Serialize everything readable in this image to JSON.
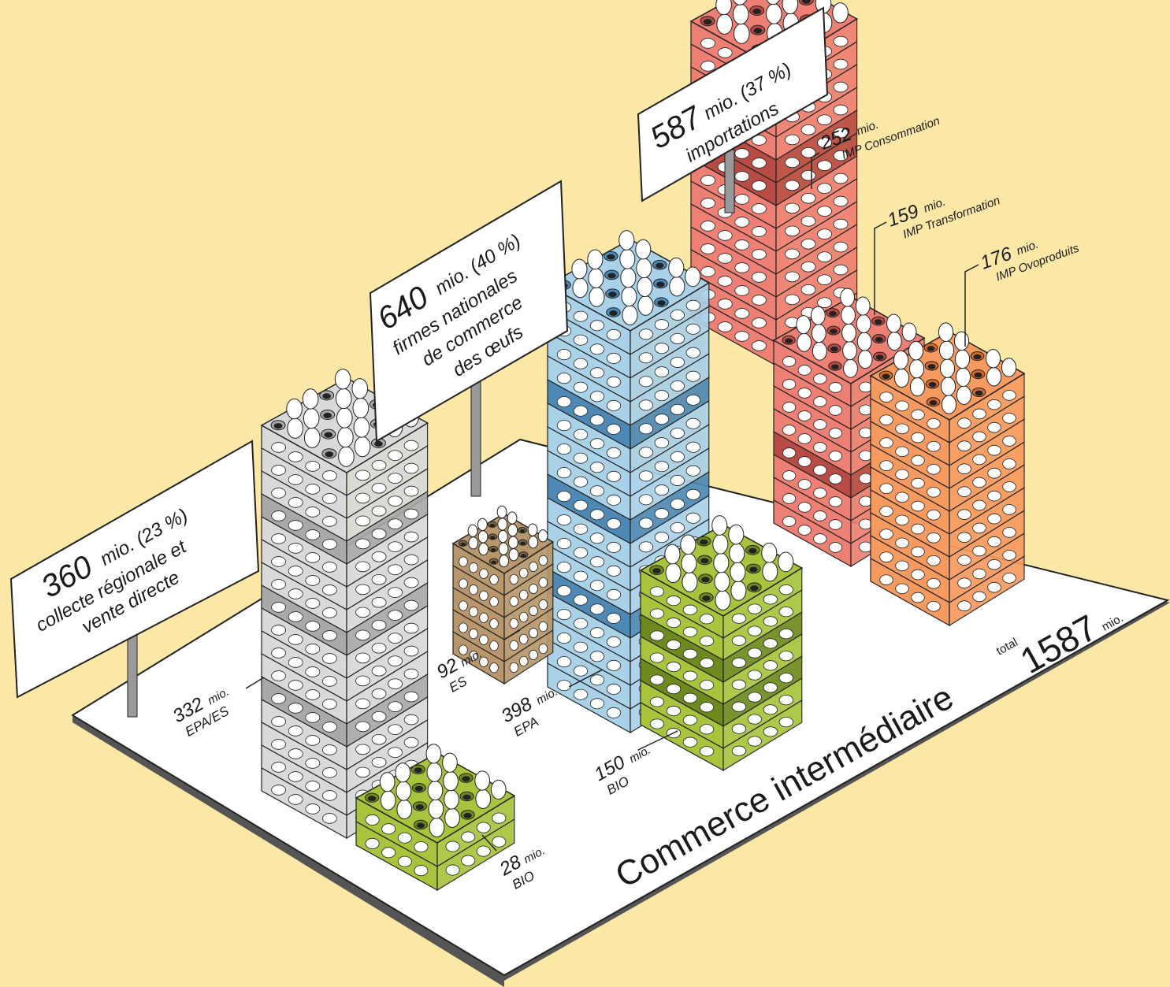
{
  "colors": {
    "background": "#fbe8a6",
    "platform": "#ffffff",
    "grey": "#d9d9d9",
    "grey_dark": "#a9a9a9",
    "brown": "#b8976c",
    "brown_dark": "#8a6a45",
    "blue": "#a9d1e8",
    "blue_dark": "#4e89b5",
    "green": "#a7c43c",
    "green_dark": "#6e8a1e",
    "red": "#ee7f74",
    "red_dark": "#b84b43",
    "orange": "#f79a60",
    "orange_dark": "#d86a28"
  },
  "signs": {
    "regional": {
      "value": "360",
      "unit": "mio. (23 %)",
      "line1": "collecte régionale et",
      "line2": "vente directe"
    },
    "national": {
      "value": "640",
      "unit": "mio. (40 %)",
      "line1": "firmes nationales",
      "line2": "de commerce",
      "line3": "des œufs"
    },
    "imports": {
      "value": "587",
      "unit": "mio. (37 %)",
      "line1": "importations"
    }
  },
  "labels": {
    "epa_es": {
      "value": "332",
      "unit": "mio.",
      "name": "EPA/ES"
    },
    "bio_regional": {
      "value": "28",
      "unit": "mio.",
      "name": "BIO"
    },
    "es": {
      "value": "92",
      "unit": "mio.",
      "name": "ES"
    },
    "epa": {
      "value": "398",
      "unit": "mio.",
      "name": "EPA"
    },
    "bio_national": {
      "value": "150",
      "unit": "mio.",
      "name": "BIO"
    },
    "imp_consommation": {
      "value": "252",
      "unit": "mio.",
      "name": "IMP Consommation"
    },
    "imp_transformation": {
      "value": "159",
      "unit": "mio.",
      "name": "IMP Transformation"
    },
    "imp_ovoproduits": {
      "value": "176",
      "unit": "mio.",
      "name": "IMP Ovoproduits"
    }
  },
  "platform": {
    "title": "Commerce intermédiaire",
    "total_label": "total",
    "total_value": "1587",
    "total_unit": "mio."
  }
}
